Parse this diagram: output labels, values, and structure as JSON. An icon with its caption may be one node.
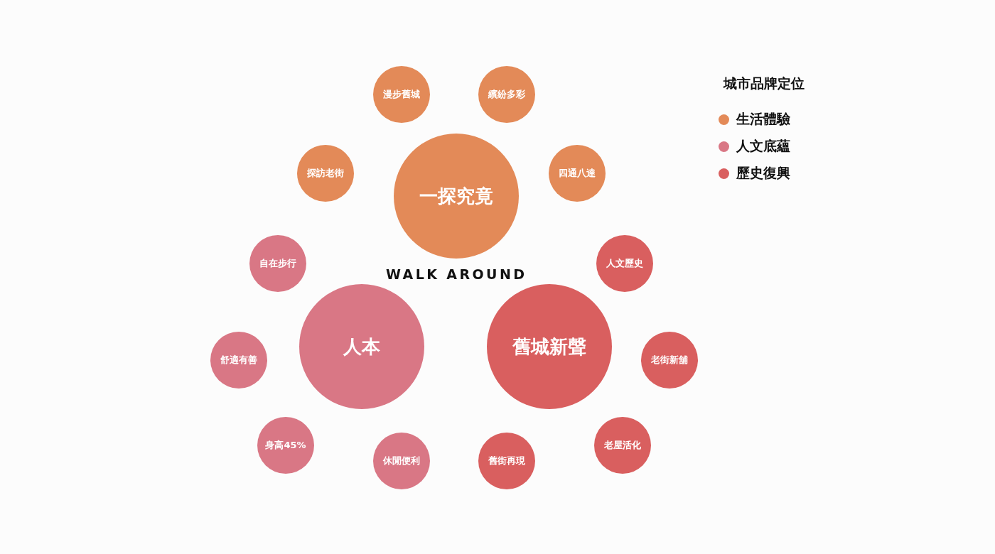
{
  "diagram": {
    "nodes": [
      {
        "text": [
          "漫步舊城"
        ]
      },
      {
        "text": [
          "繽紛多彩"
        ]
      },
      {
        "text": [
          "探訪老街"
        ]
      },
      {
        "text": [
          "一探究竟"
        ]
      },
      {
        "text": [
          "四通八達"
        ]
      },
      {
        "text": [
          "自在步行"
        ]
      },
      {
        "text": [
          "人文歷史"
        ]
      },
      {
        "text": [
          "人本"
        ]
      },
      {
        "text": [
          "舊城新聲"
        ]
      },
      {
        "text": [
          "舒適有善"
        ]
      },
      {
        "text": [
          "老街新舖"
        ]
      },
      {
        "text": [
          "身高45%"
        ]
      },
      {
        "text": [
          "老屋活化"
        ]
      },
      {
        "text": [
          "休閒便利"
        ]
      },
      {
        "text": [
          "舊街再現"
        ]
      }
    ],
    "labels": [
      "WALK AROUND",
      "城市品牌定位"
    ],
    "legend": [
      {
        "text": "生活體驗",
        "color": "#e38a58"
      },
      {
        "text": "人文底蘊",
        "color": "#d97785"
      },
      {
        "text": "歷史復興",
        "color": "#d95f5f"
      }
    ]
  }
}
